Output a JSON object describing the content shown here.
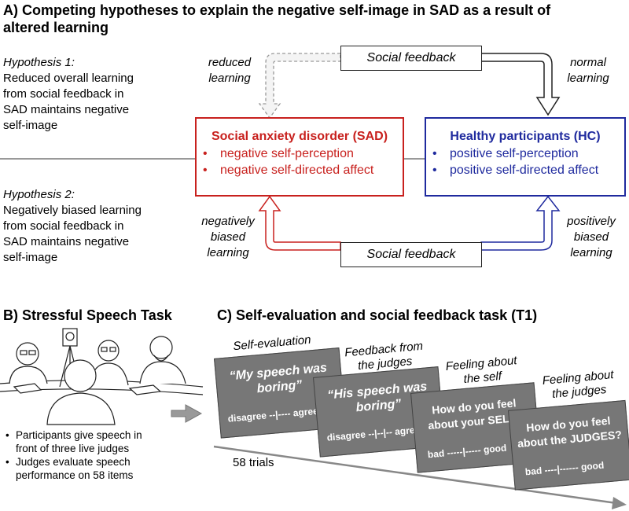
{
  "section_a": {
    "title_line1": "A) Competing hypotheses to explain the negative self-image in SAD as a result of",
    "title_line2": "altered learning",
    "hypothesis1": {
      "name": "Hypothesis 1:",
      "lines": [
        "Reduced overall learning",
        "from social feedback in",
        "SAD maintains negative",
        "self-image"
      ]
    },
    "hypothesis2": {
      "name": "Hypothesis 2:",
      "lines": [
        "Negatively biased learning",
        "from social feedback in",
        "SAD maintains negative",
        "self-image"
      ]
    },
    "feedback_top": "Social feedback",
    "feedback_bottom": "Social feedback",
    "label_reduced": [
      "reduced",
      "learning"
    ],
    "label_normal": [
      "normal",
      "learning"
    ],
    "label_negative": [
      "negatively",
      "biased",
      "learning"
    ],
    "label_positive": [
      "positively",
      "biased",
      "learning"
    ],
    "sad_box": {
      "title": "Social anxiety disorder (SAD)",
      "items": [
        "negative self-perception",
        "negative self-directed affect"
      ]
    },
    "hc_box": {
      "title": "Healthy participants (HC)",
      "items": [
        "positive self-perception",
        "positive self-directed affect"
      ]
    },
    "colors": {
      "sad": "#c8211e",
      "hc": "#1f2a9e",
      "gray": "#999999"
    }
  },
  "section_b": {
    "title": "B) Stressful Speech Task",
    "bullets": [
      [
        "Participants give speech in",
        "front of three live judges"
      ],
      [
        "Judges evaluate speech",
        "performance on 58 items"
      ]
    ]
  },
  "section_c": {
    "title": "C) Self-evaluation and social feedback task (T1)",
    "cards": [
      {
        "caption": [
          "Self-evaluation"
        ],
        "question": [
          "“My speech was",
          "boring”"
        ],
        "scale": "disagree --|---- agree"
      },
      {
        "caption": [
          "Feedback from",
          "the judges"
        ],
        "question": [
          "“His speech was",
          "boring”"
        ],
        "scale": "disagree --|--|-- agree"
      },
      {
        "caption": [
          "Feeling about",
          "the self"
        ],
        "question": [
          "How do you feel",
          "about your SELF?"
        ],
        "scale": "bad -----|----- good"
      },
      {
        "caption": [
          "Feeling about",
          "the judges"
        ],
        "question": [
          "How do you feel",
          "about the JUDGES?"
        ],
        "scale": "bad ----|------ good"
      }
    ],
    "trials": "58 trials"
  }
}
